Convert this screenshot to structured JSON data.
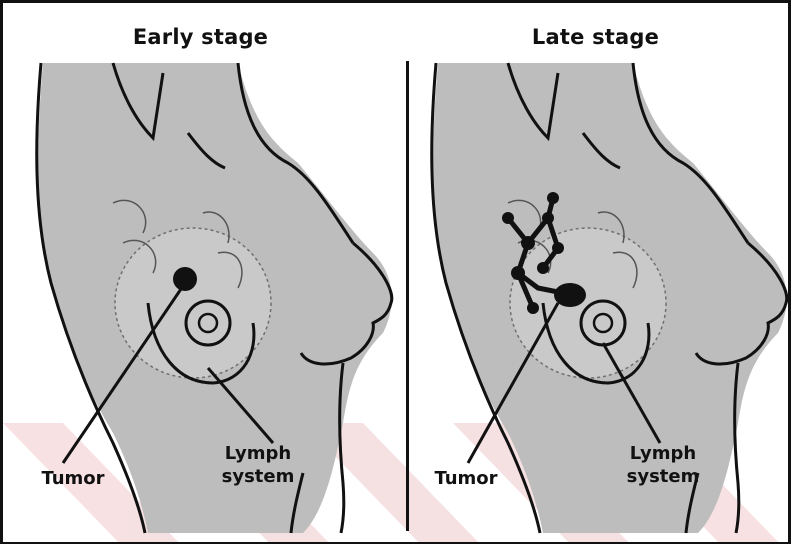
{
  "panels": [
    {
      "title": "Early stage",
      "tumor_label": "Tumor",
      "lymph_label_line1": "Lymph",
      "lymph_label_line2": "system"
    },
    {
      "title": "Late stage",
      "tumor_label": "Tumor",
      "lymph_label_line1": "Lymph",
      "lymph_label_line2": "system"
    }
  ],
  "colors": {
    "outline": "#111111",
    "body_fill": "#b9b9b9",
    "tissue_fill": "#c7c7c7",
    "watermark": "#f4d7d9"
  }
}
